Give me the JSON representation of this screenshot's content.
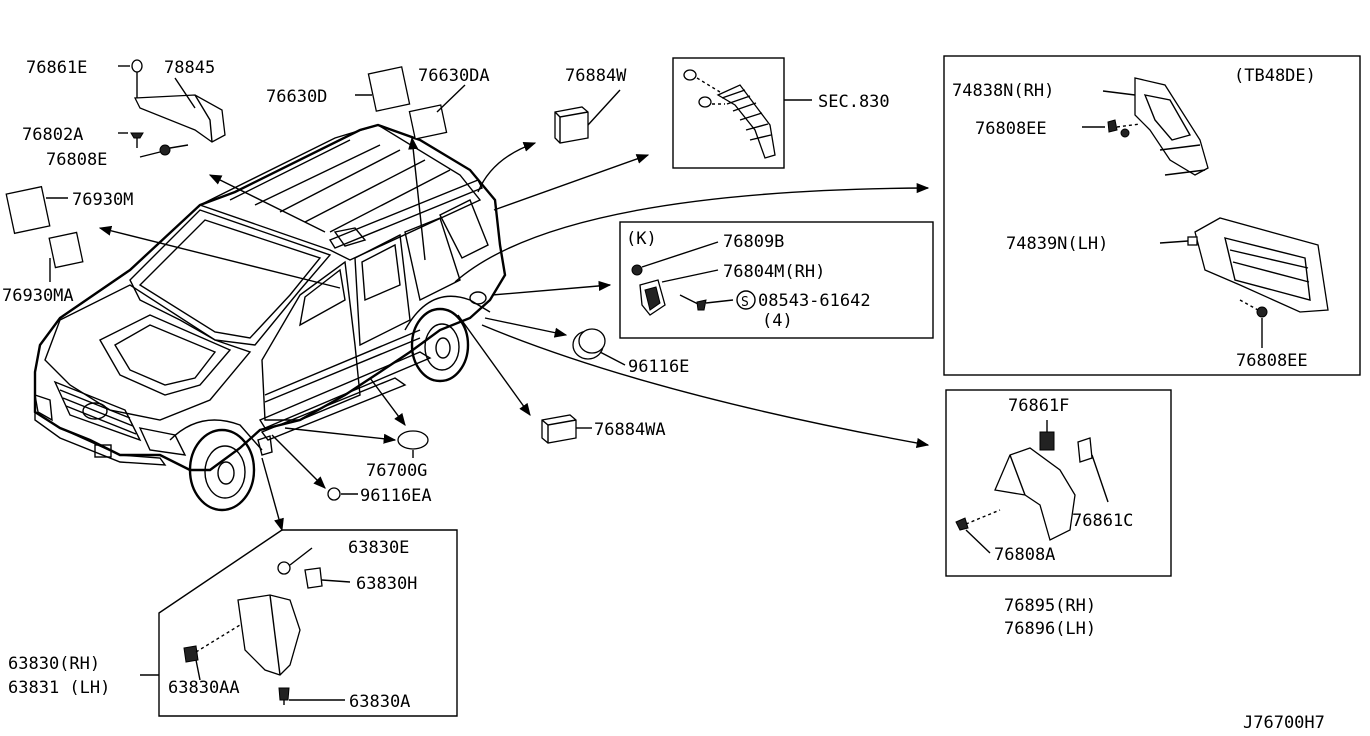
{
  "diagram_code": "J76700H7",
  "labels": {
    "p76861E": "76861E",
    "p78845": "78845",
    "p76802A": "76802A",
    "p76808E": "76808E",
    "p76630D": "76630D",
    "p76630DA": "76630DA",
    "p76884W": "76884W",
    "sec830": "SEC.830",
    "p76930M": "76930M",
    "p76930MA": "76930MA",
    "k": "(K)",
    "p76809B": "76809B",
    "p76804M": "76804M(RH)",
    "s_symbol": "S",
    "p08543": "08543-61642",
    "qty4": "(4)",
    "p96116E": "96116E",
    "p76884WA": "76884WA",
    "p76700G": "76700G",
    "p96116EA": "96116EA",
    "tb48de": "(TB48DE)",
    "p74838N": "74838N(RH)",
    "p76808EE_a": "76808EE",
    "p74839N": "74839N(LH)",
    "p76808EE_b": "76808EE",
    "p76861F": "76861F",
    "p76861C": "76861C",
    "p76808A": "76808A",
    "p76895": "76895(RH)",
    "p76896": "76896(LH)",
    "p63830E": "63830E",
    "p63830H": "63830H",
    "p63830": "63830(RH)",
    "p63831": "63831 (LH)",
    "p63830AA": "63830AA",
    "p63830A": "63830A"
  }
}
